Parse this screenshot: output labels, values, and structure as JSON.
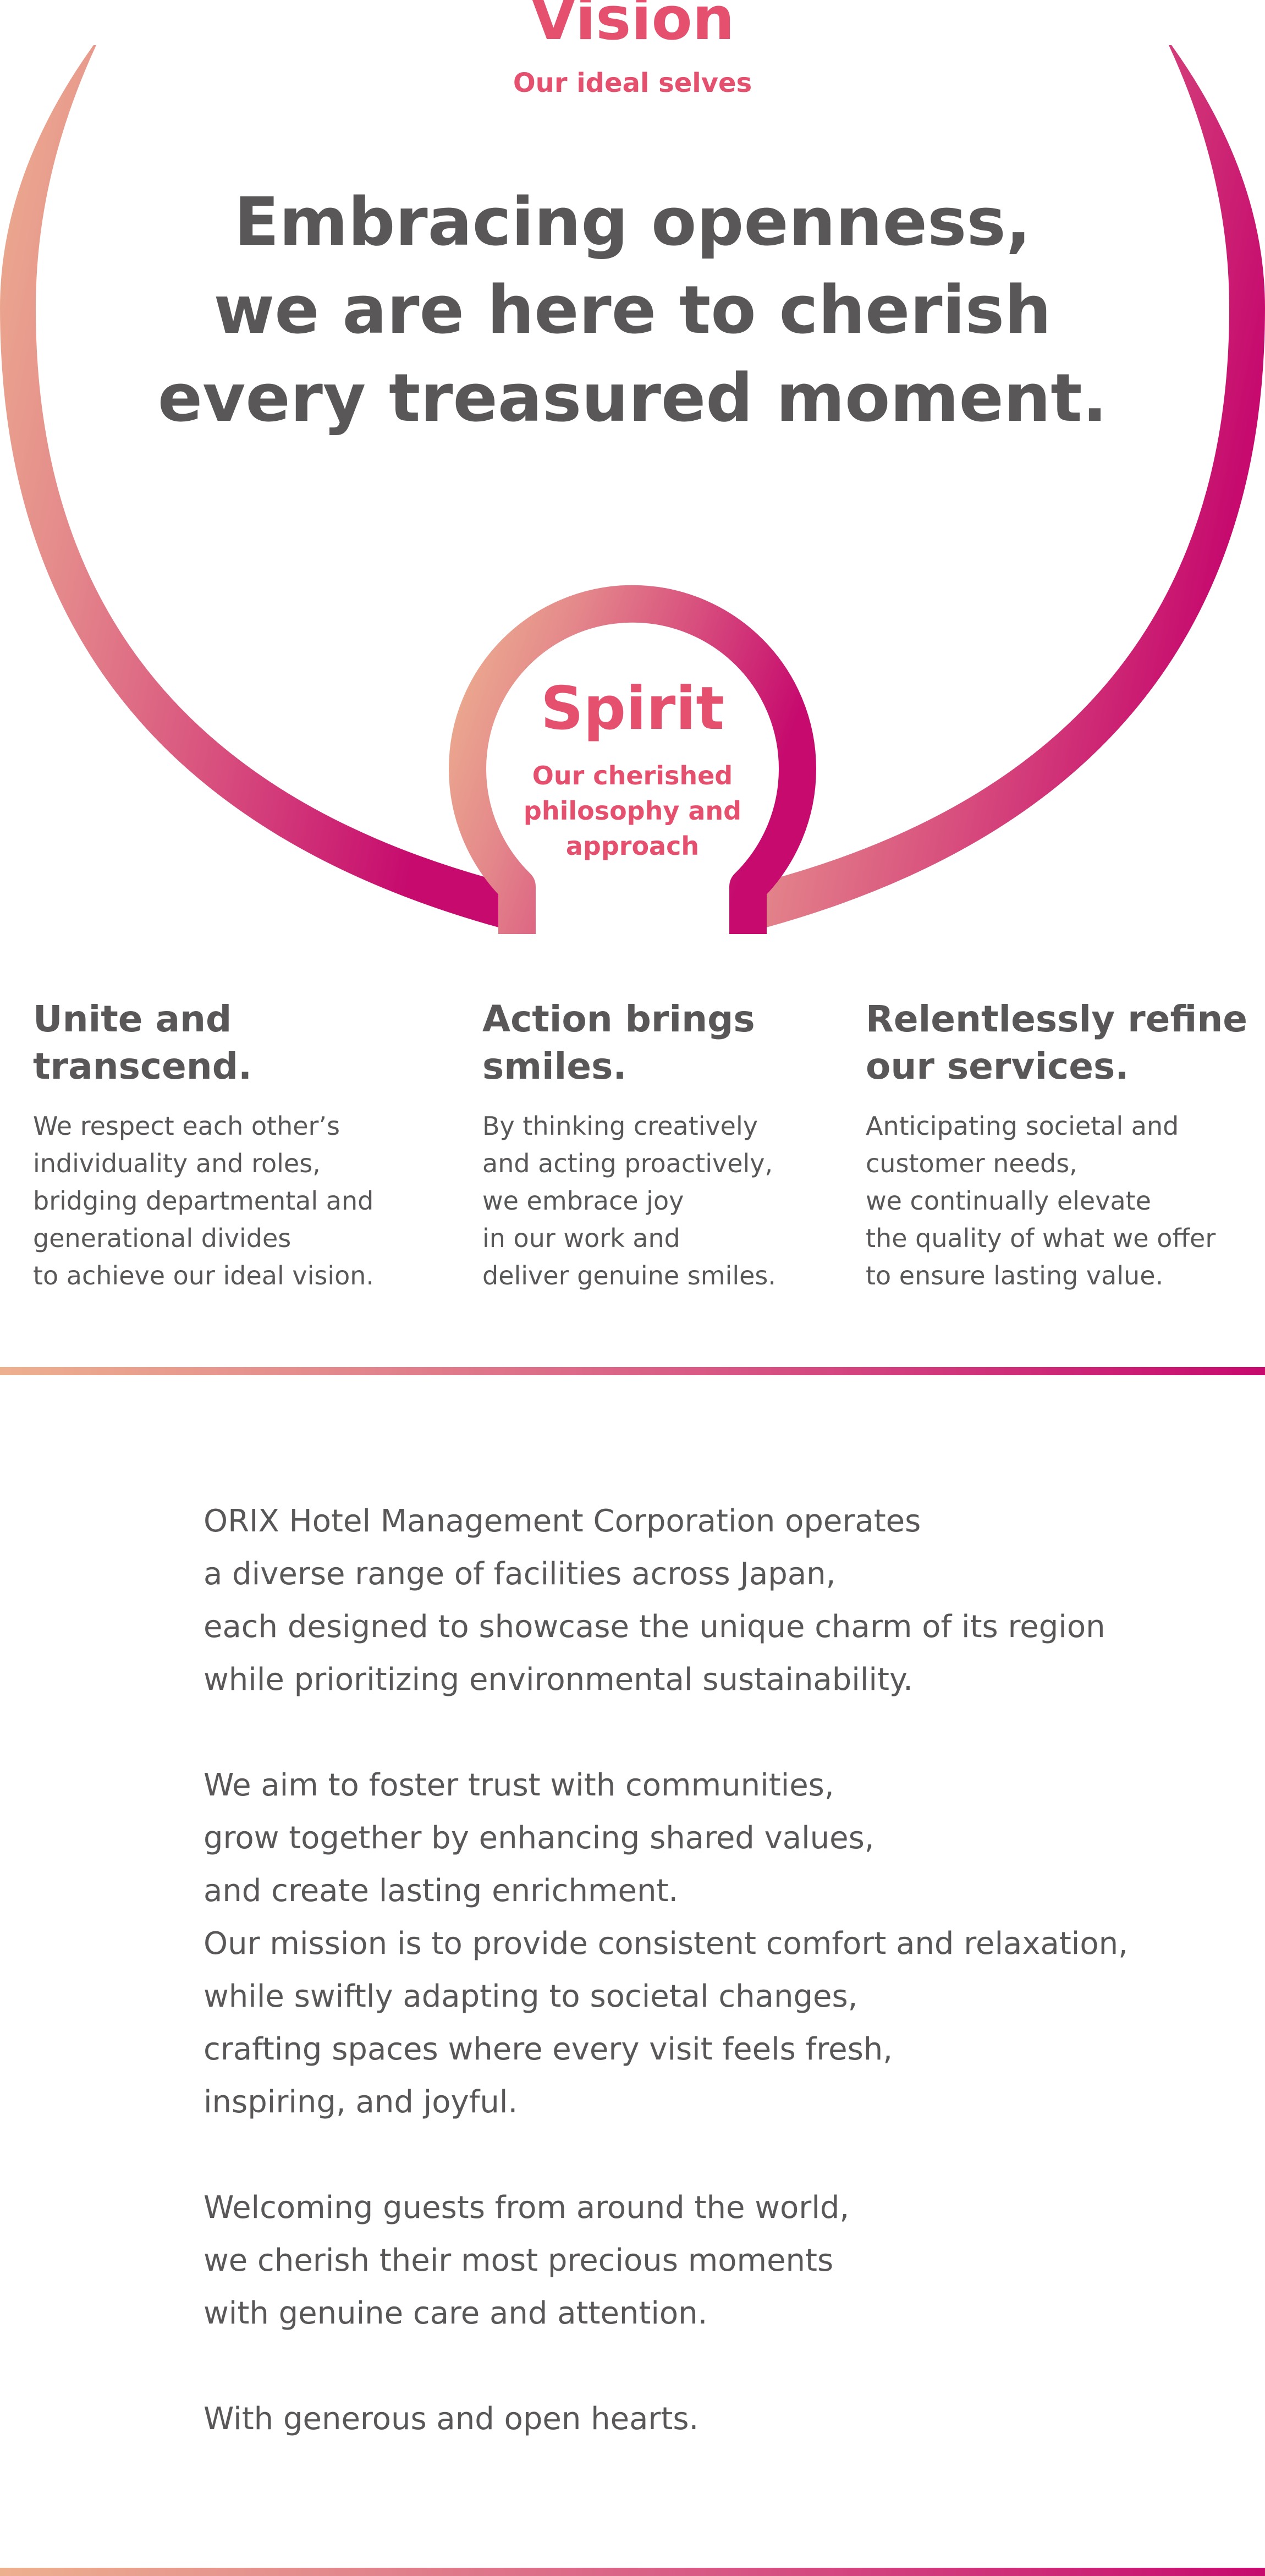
{
  "vision": {
    "title": "Vision",
    "subtitle": "Our ideal selves",
    "statement": [
      "Embracing openness,",
      "we are here to cherish",
      "every treasured moment."
    ]
  },
  "spirit": {
    "title": "Spirit",
    "subtitle": [
      "Our cherished",
      "philosophy and",
      "approach"
    ]
  },
  "values": [
    {
      "heading": [
        "Unite and",
        "transcend."
      ],
      "body": [
        "We respect each other’s",
        "individuality and roles,",
        "bridging departmental and",
        "generational divides",
        "to achieve our ideal vision."
      ]
    },
    {
      "heading": [
        "Action brings",
        "smiles."
      ],
      "body": [
        "By thinking creatively",
        "and acting proactively,",
        "we embrace joy",
        "in our work and",
        "deliver genuine smiles."
      ]
    },
    {
      "heading": [
        "Relentlessly refine",
        "our services."
      ],
      "body": [
        "Anticipating societal and",
        "customer needs,",
        "we continually elevate",
        "the quality of what we offer",
        "to ensure lasting value."
      ]
    }
  ],
  "message": {
    "paragraphs": [
      [
        "ORIX Hotel Management Corporation operates",
        "a diverse range of facilities across Japan,",
        "each designed to showcase the unique charm of its region",
        "while prioritizing environmental sustainability."
      ],
      [
        "We aim to foster trust with communities,",
        "grow together by enhancing shared values,",
        "and create lasting enrichment.",
        "Our mission is to provide consistent comfort and relaxation,",
        "while swiftly adapting to societal changes,",
        "crafting spaces where every visit feels fresh,",
        "inspiring, and joyful."
      ],
      [
        "Welcoming guests from around the world,",
        "we cherish their most precious moments",
        "with genuine care and attention."
      ],
      [
        "With generous and open hearts."
      ]
    ]
  },
  "colors": {
    "accent_pink": "#e4506e",
    "gradient_start": "#edb08f",
    "gradient_end": "#c60a6e",
    "text_gray": "#595757"
  }
}
